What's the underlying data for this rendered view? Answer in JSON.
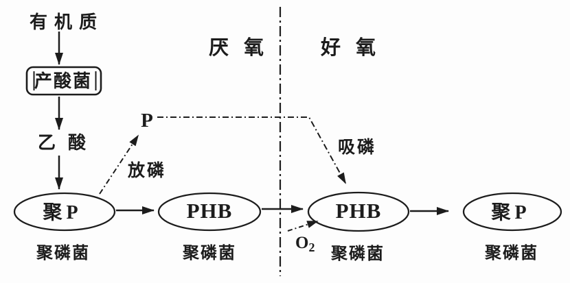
{
  "colors": {
    "background": "#fdfdfd",
    "ink": "#1c1c1c"
  },
  "zones": {
    "anaerobic": "厌氧",
    "aerobic": "好氧"
  },
  "nodes": {
    "organic_matter": "有机质",
    "acid_producing_bacteria": "产酸菌",
    "acetic_acid": "乙酸",
    "poly_p": "聚P",
    "phb": "PHB",
    "pao": "聚磷菌"
  },
  "flows": {
    "phosphorus": "P",
    "release_phosphorus": "放磷",
    "uptake_phosphorus": "吸磷",
    "oxygen": {
      "base": "O",
      "sub": "2"
    }
  }
}
